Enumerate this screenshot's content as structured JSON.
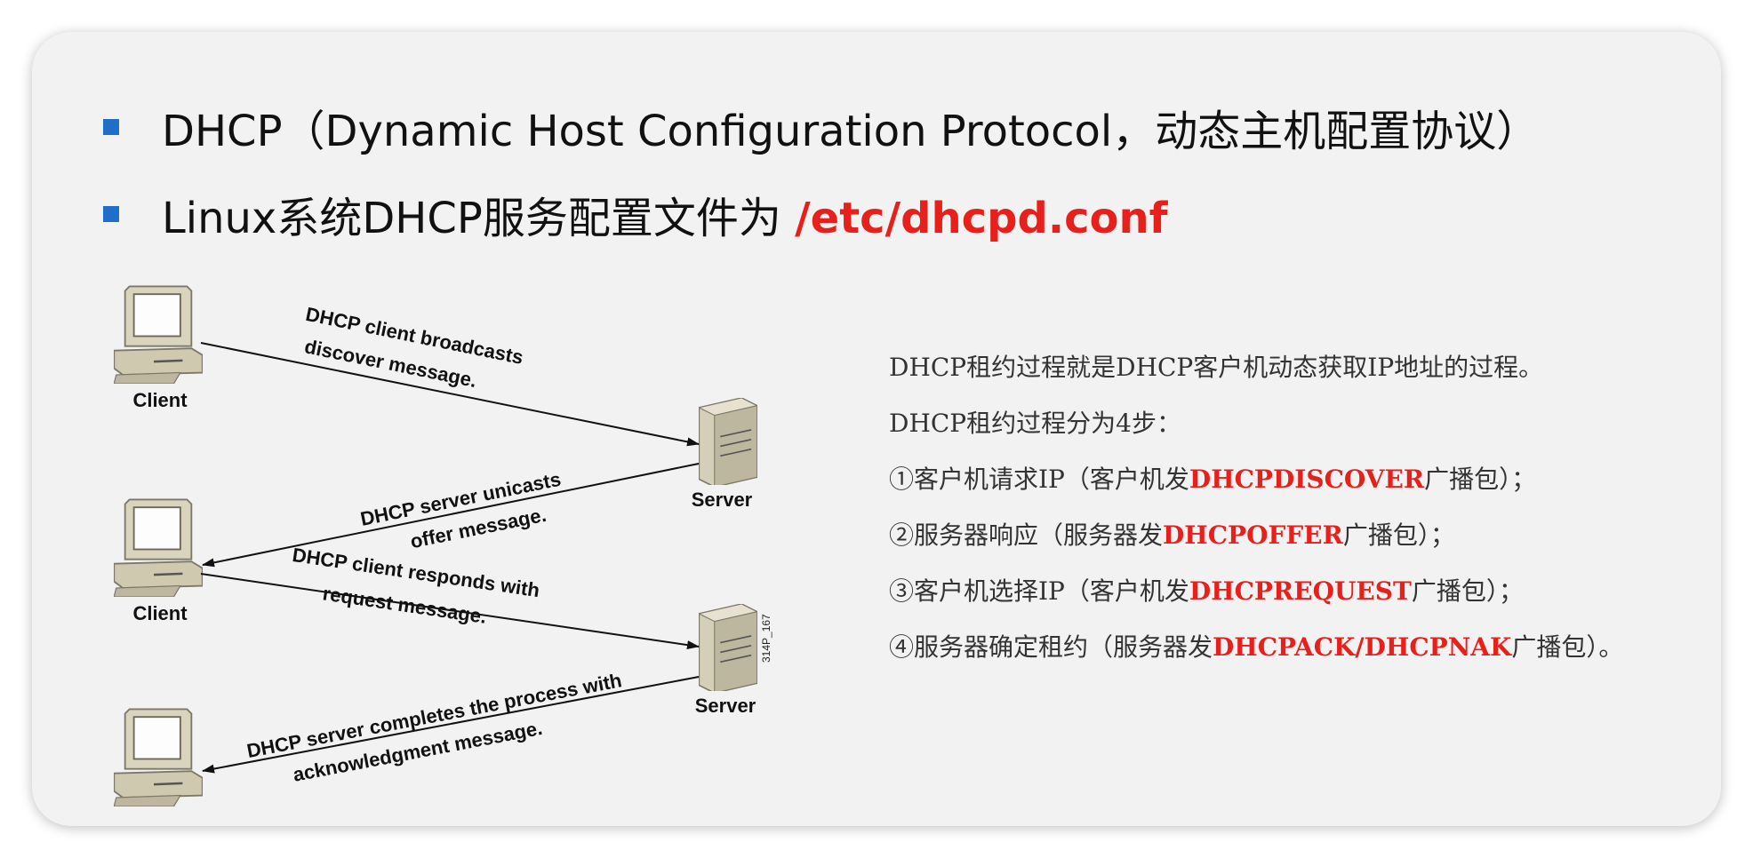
{
  "bullets": {
    "b1": "DHCP（Dynamic Host Configuration Protocol，动态主机配置协议）",
    "b2_prefix": "Linux系统DHCP服务配置文件为 ",
    "b2_path": "/etc/dhcpd.conf"
  },
  "diagram": {
    "client_label": "Client",
    "server_label": "Server",
    "fig_id": "314P_167",
    "m1_l1": "DHCP client broadcasts",
    "m1_l2": "discover message.",
    "m2_l1": "DHCP server unicasts",
    "m2_l2": "offer message.",
    "m3_l1": "DHCP client responds with",
    "m3_l2": "request message.",
    "m4_l1": "DHCP server completes the process with",
    "m4_l2": "acknowledgment message."
  },
  "steps": {
    "intro1": "DHCP租约过程就是DHCP客户机动态获取IP地址的过程。",
    "intro2": "DHCP租约过程分为4步：",
    "s1_pre": "①客户机请求IP（客户机发",
    "s1_kw": "DHCPDISCOVER",
    "s1_post": "广播包）；",
    "s2_pre": "②服务器响应（服务器发",
    "s2_kw": "DHCPOFFER",
    "s2_post": "广播包）；",
    "s3_pre": "③客户机选择IP（客户机发",
    "s3_kw": "DHCPREQUEST",
    "s3_post": "广播包）；",
    "s4_pre": "④服务器确定租约（服务器发",
    "s4_kw": "DHCPACK/DHCPNAK",
    "s4_post": "广播包）。"
  },
  "colors": {
    "bullet": "#1f6fc9",
    "highlight": "#e8201b",
    "slide_bg": "#f2f2f2"
  }
}
